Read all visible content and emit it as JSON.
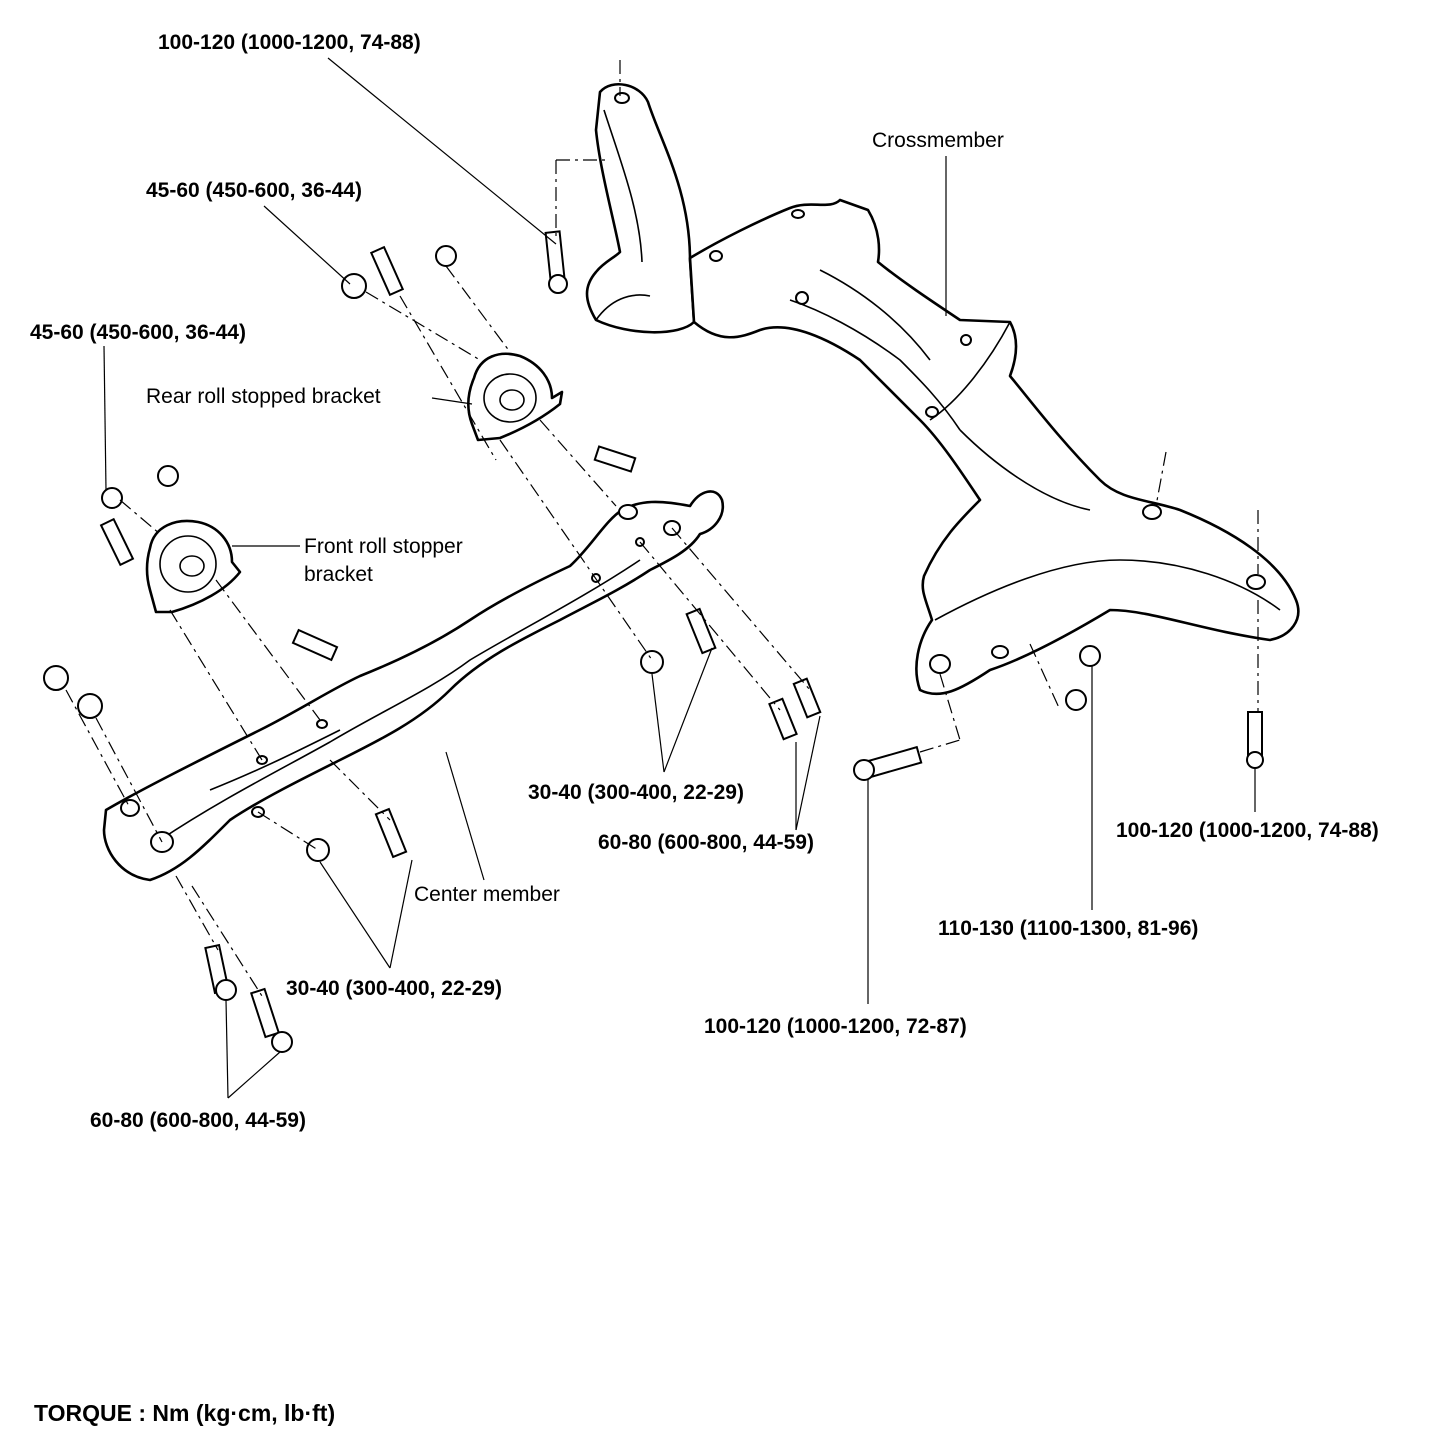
{
  "units_legend": "TORQUE : Nm (kg·cm, lb·ft)",
  "parts": {
    "crossmember": "Crossmember",
    "rear_bracket": "Rear roll stopped bracket",
    "front_bracket_line1": "Front roll stopper",
    "front_bracket_line2": "bracket",
    "center_member": "Center member"
  },
  "torques": {
    "t_top_crossmember": "100-120 (1000-1200, 74-88)",
    "t_rear_bracket_nut": "45-60 (450-600, 36-44)",
    "t_front_bracket_nut": "45-60 (450-600, 36-44)",
    "t_center_right_nuts": "30-40 (300-400, 22-29)",
    "t_center_right_bolts": "60-80 (600-800, 44-59)",
    "t_right_crossmember": "100-120 (1000-1200, 74-88)",
    "t_crossmember_nut": "110-130 (1100-1300, 81-96)",
    "t_crossmember_bolt": "100-120 (1000-1200, 72-87)",
    "t_center_left_nuts": "30-40 (300-400, 22-29)",
    "t_center_left_bolts": "60-80 (600-800, 44-59)"
  }
}
